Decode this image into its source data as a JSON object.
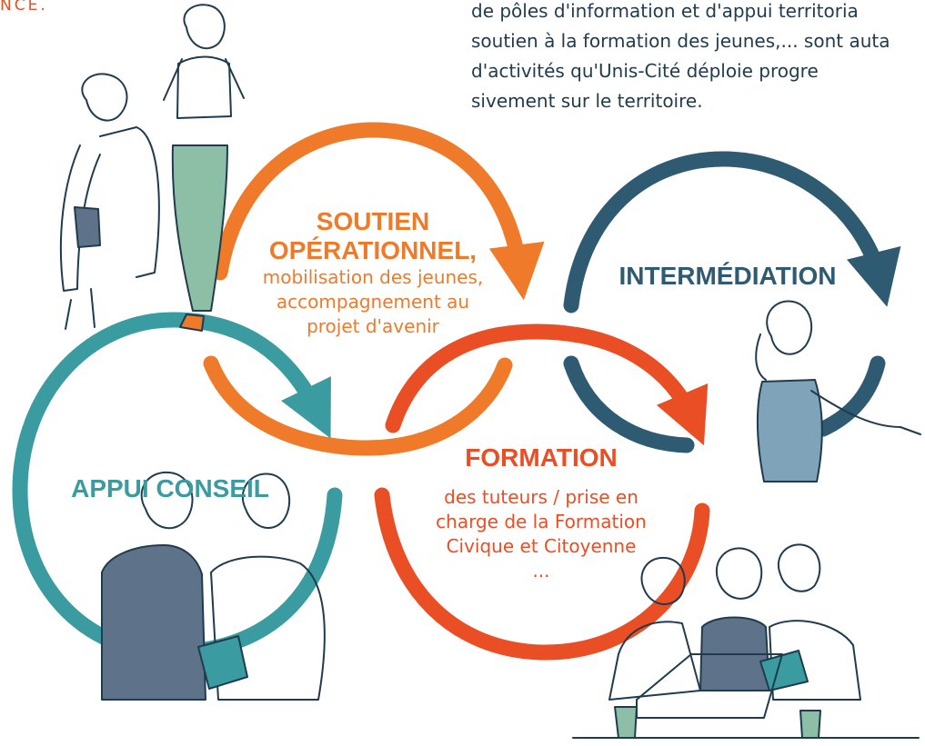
{
  "corner_text": "NCE.",
  "intro_lines": [
    "de pôles d'information et d'appui territoria",
    "soutien à la formation des jeunes,... sont auta",
    "d'activités qu'Unis-Cité déploie progre",
    "sivement sur le territoire."
  ],
  "nodes": {
    "soutien": {
      "title_1": "SOUTIEN",
      "title_2": "OPÉRATIONNEL,",
      "desc_1": "mobilisation des jeunes,",
      "desc_2": "accompagnement au",
      "desc_3": "projet d'avenir"
    },
    "intermediation": {
      "title": "INTERMÉDIATION"
    },
    "appui": {
      "title": "APPUI CONSEIL"
    },
    "formation": {
      "title": "FORMATION",
      "desc_1": "des tuteurs / prise en",
      "desc_2": "charge de la Formation",
      "desc_3": "Civique et Citoyenne",
      "desc_4": "..."
    }
  },
  "colors": {
    "orange": "#ee7a2a",
    "red": "#e94e25",
    "teal": "#3a9ba0",
    "navy": "#2e5a72",
    "ink": "#1f3b4d",
    "green_fill": "#8dbfa6",
    "slate_fill": "#5e7389"
  },
  "illustrations": [
    "walking-people-illustration",
    "pointing-woman-illustration",
    "reading-men-illustration",
    "group-laptop-illustration"
  ]
}
